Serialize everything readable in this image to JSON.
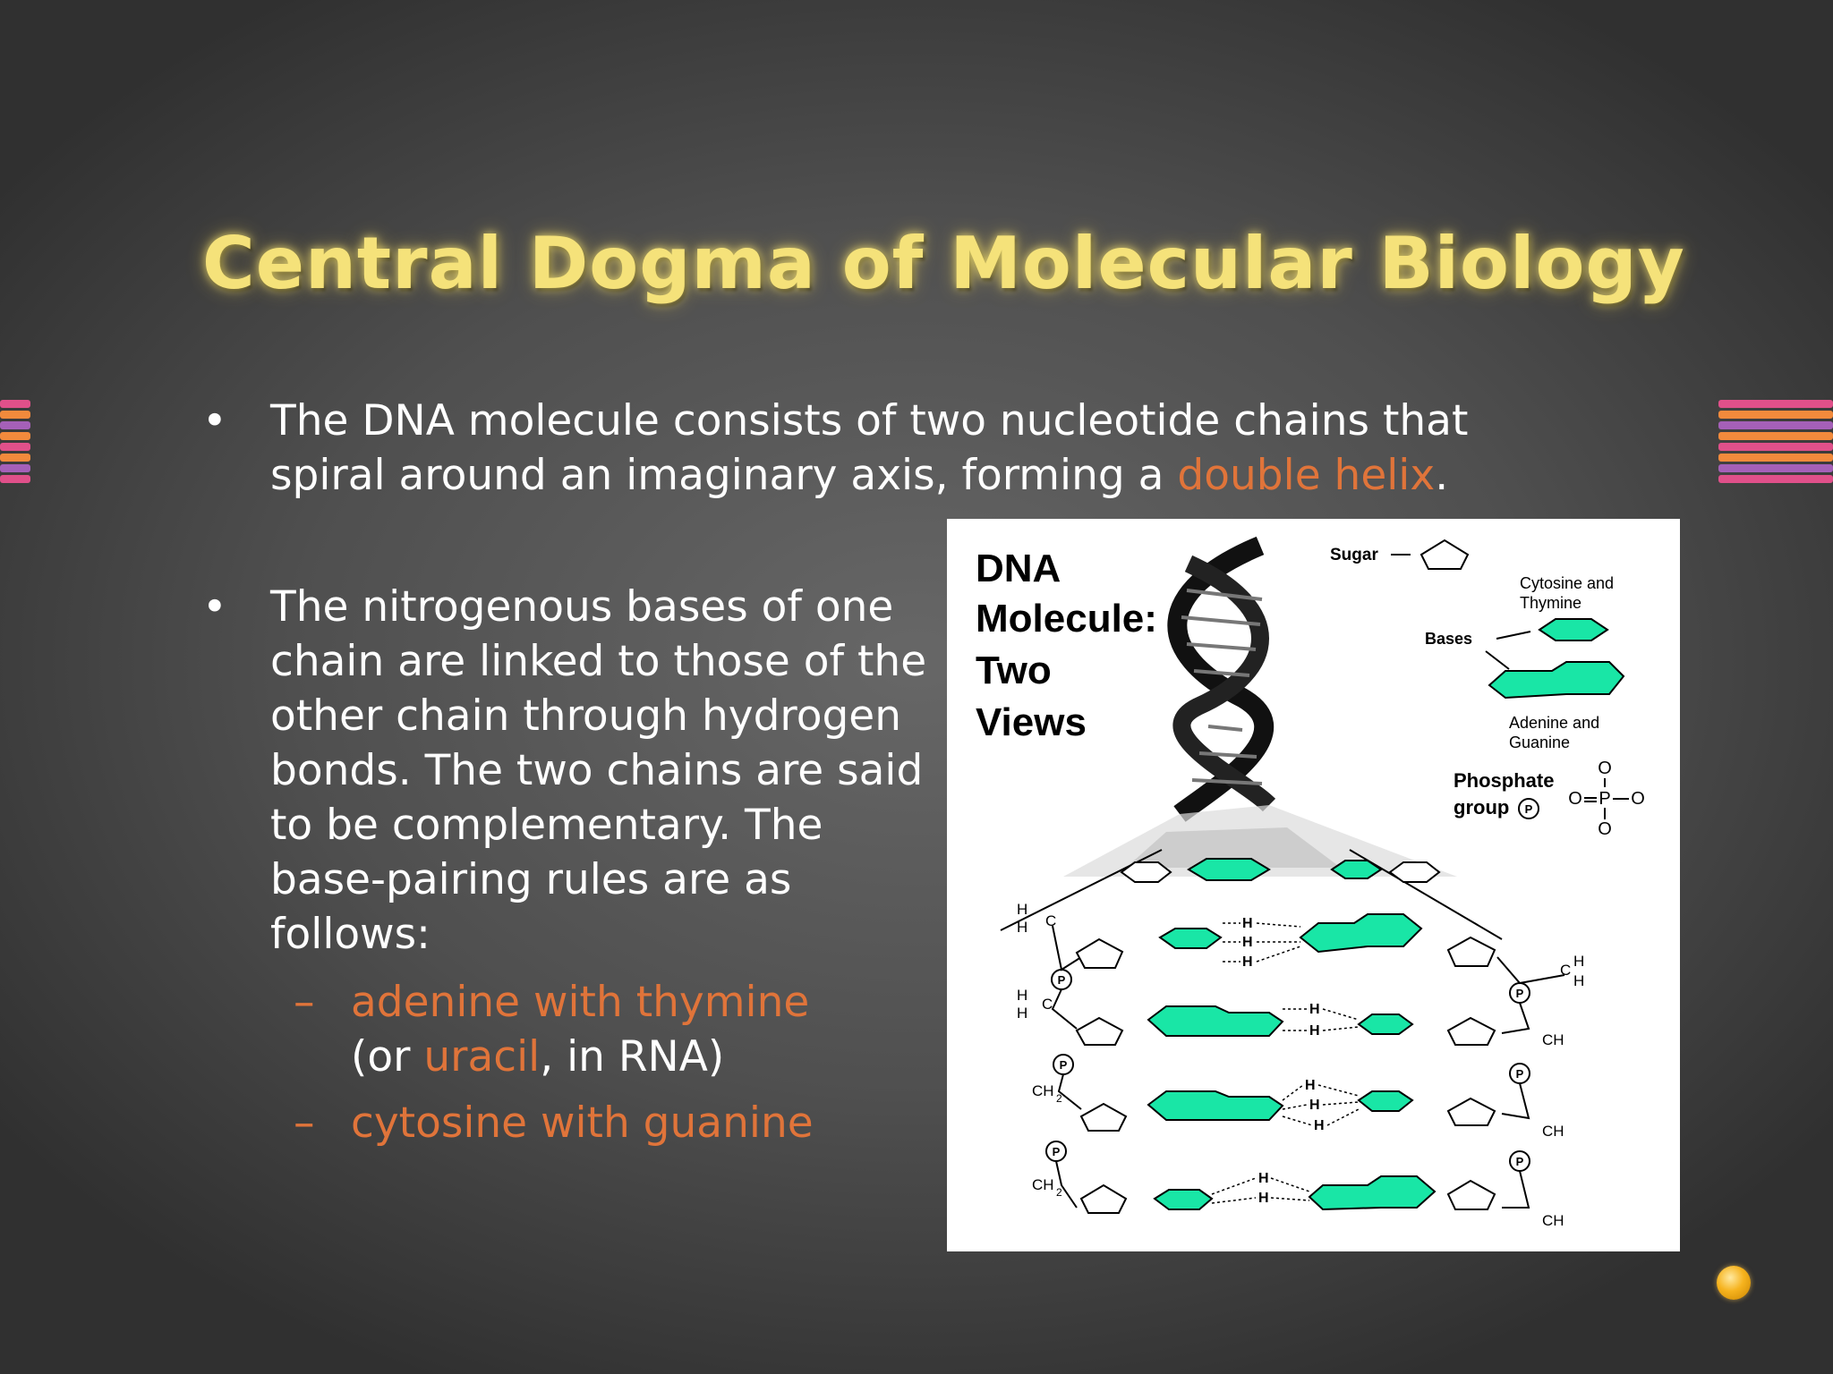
{
  "slide": {
    "title": "Central Dogma of Molecular Biology",
    "bullet1": {
      "bullet": "•",
      "pre": "The DNA molecule consists of two nucleotide chains that spiral around an imaginary axis, forming a ",
      "highlight": "double helix",
      "post": "."
    },
    "bullet2": {
      "bullet": "•",
      "text": "The nitrogenous bases of one chain are linked to those of the other chain through hydrogen bonds. The two chains are said to be complementary. The base-pairing rules are as follows:"
    },
    "sub1": {
      "dash": "–",
      "highlight": "adenine with thymine",
      "pre2": "(or ",
      "highlight2": "uracil",
      "post2": ", in RNA)"
    },
    "sub2": {
      "dash": "–",
      "highlight": "cytosine with guanine"
    }
  },
  "figure": {
    "title_line1": "DNA",
    "title_line2": "Molecule:",
    "title_line3": "Two",
    "title_line4": "Views",
    "legend_sugar": "Sugar",
    "legend_bases": "Bases",
    "legend_cyt_thy_1": "Cytosine and",
    "legend_cyt_thy_2": "Thymine",
    "legend_ade_gua_1": "Adenine and",
    "legend_ade_gua_2": "Guanine",
    "legend_phosphate_1": "Phosphate",
    "legend_phosphate_2": "group",
    "phosphate_symbol": "P",
    "hydrogen": "H",
    "carbon": "C",
    "oxygen": "O",
    "ch2": "CH",
    "subscript_2": "2",
    "base_color": "#19e6a6"
  },
  "colors": {
    "title": "#f5e27a",
    "accent": "#e0743a",
    "text": "#ffffff",
    "stripe_pink": "#e0508a",
    "stripe_orange": "#f28a3c",
    "stripe_purple": "#a560b8"
  }
}
